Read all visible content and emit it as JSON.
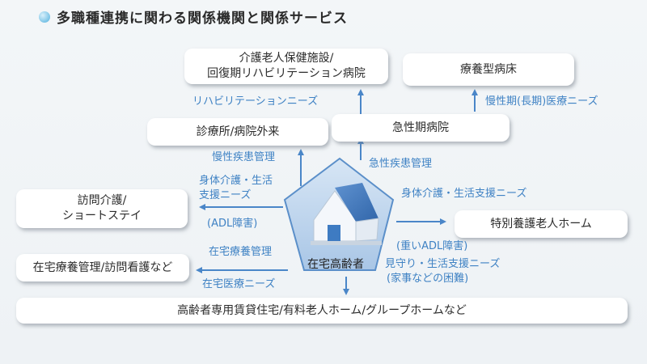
{
  "title": "多職種連携に関わる関係機関と関係サービス",
  "center": {
    "label": "在宅高齢者",
    "icon": "house-icon"
  },
  "boxes": {
    "rouken": [
      "介護老人保健施設/",
      "回復期リハビリテーション病院"
    ],
    "ryouyou": "療養型病床",
    "shinryou": "診療所/病院外来",
    "kyuusei": "急性期病院",
    "houmon": [
      "訪問介護/",
      "ショートステイ"
    ],
    "tokuyou": "特別養護老人ホーム",
    "zaitaku": "在宅療養管理/訪問看護など",
    "koureisha": "高齢者専用賃貸住宅/有料老人ホーム/グループホームなど"
  },
  "labels": {
    "rehab": "リハビリテーションニーズ",
    "mansei_iryou": "慢性期(長期)医療ニーズ",
    "mansei_kanri": "慢性疾患管理",
    "kyuusei_kanri": "急性疾患管理",
    "shintai_left": [
      "身体介護・生活",
      "支援ニーズ"
    ],
    "adl": "(ADL障害)",
    "shintai_right": "身体介護・生活支援ニーズ",
    "juu_adl": "(重いADL障害)",
    "zaitaku_kanri": "在宅療養管理",
    "mimamori": [
      "見守り・生活支援ニーズ",
      "(家事などの困難)"
    ],
    "zaitaku_iryou": "在宅医療ニーズ"
  },
  "colors": {
    "accent": "#3f82c4",
    "arrow": "#4a86c8",
    "pentagon": "#8db3de"
  }
}
